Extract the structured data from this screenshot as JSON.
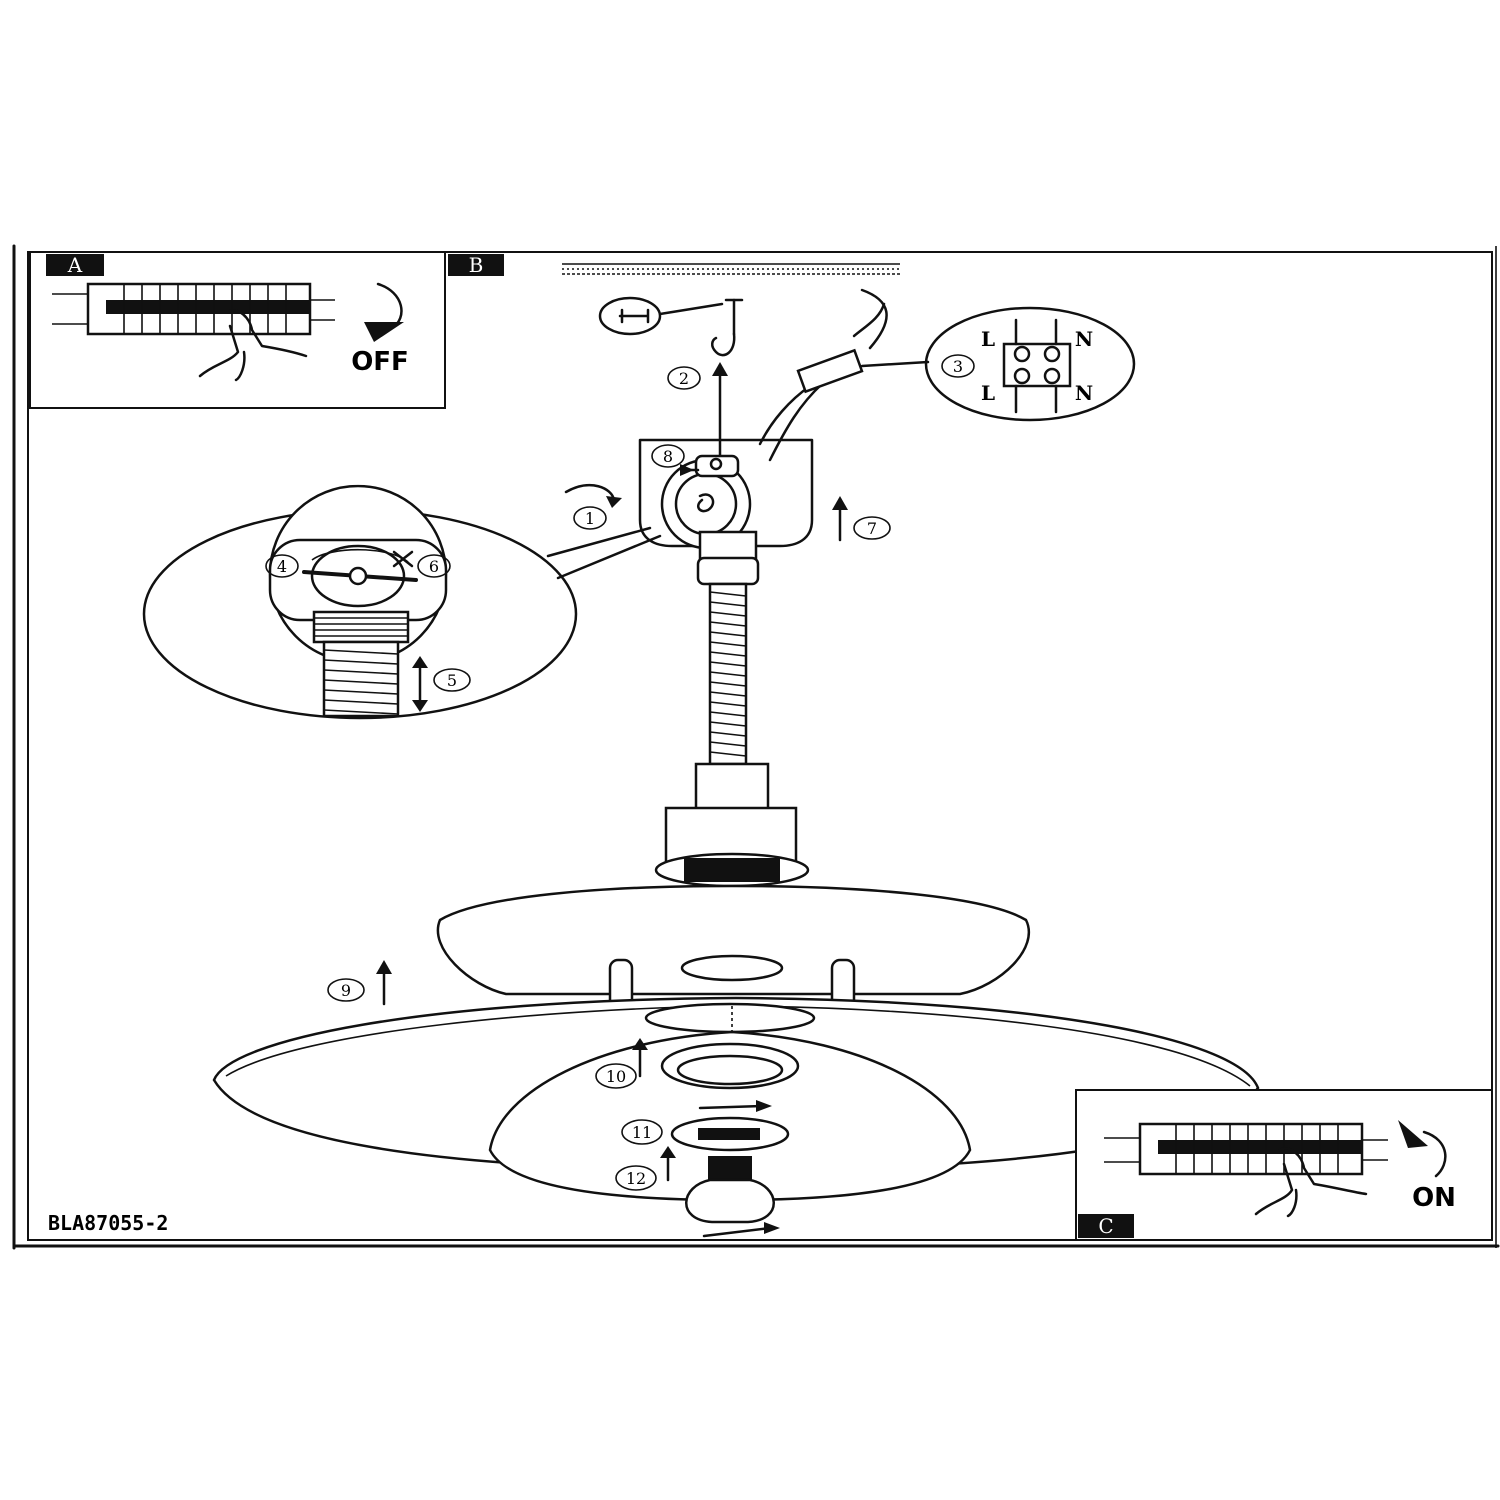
{
  "panels": {
    "a": {
      "tag": "A",
      "label": "OFF"
    },
    "b": {
      "tag": "B"
    },
    "c": {
      "tag": "C",
      "label": "ON"
    }
  },
  "terminals": {
    "top_left": "L",
    "top_right": "N",
    "bottom_left": "L",
    "bottom_right": "N"
  },
  "steps": [
    "1",
    "2",
    "3",
    "4",
    "5",
    "6",
    "7",
    "8",
    "9",
    "10",
    "11",
    "12"
  ],
  "document_code": "BLA87055-2",
  "colors": {
    "ink": "#111111",
    "paper": "#ffffff"
  }
}
